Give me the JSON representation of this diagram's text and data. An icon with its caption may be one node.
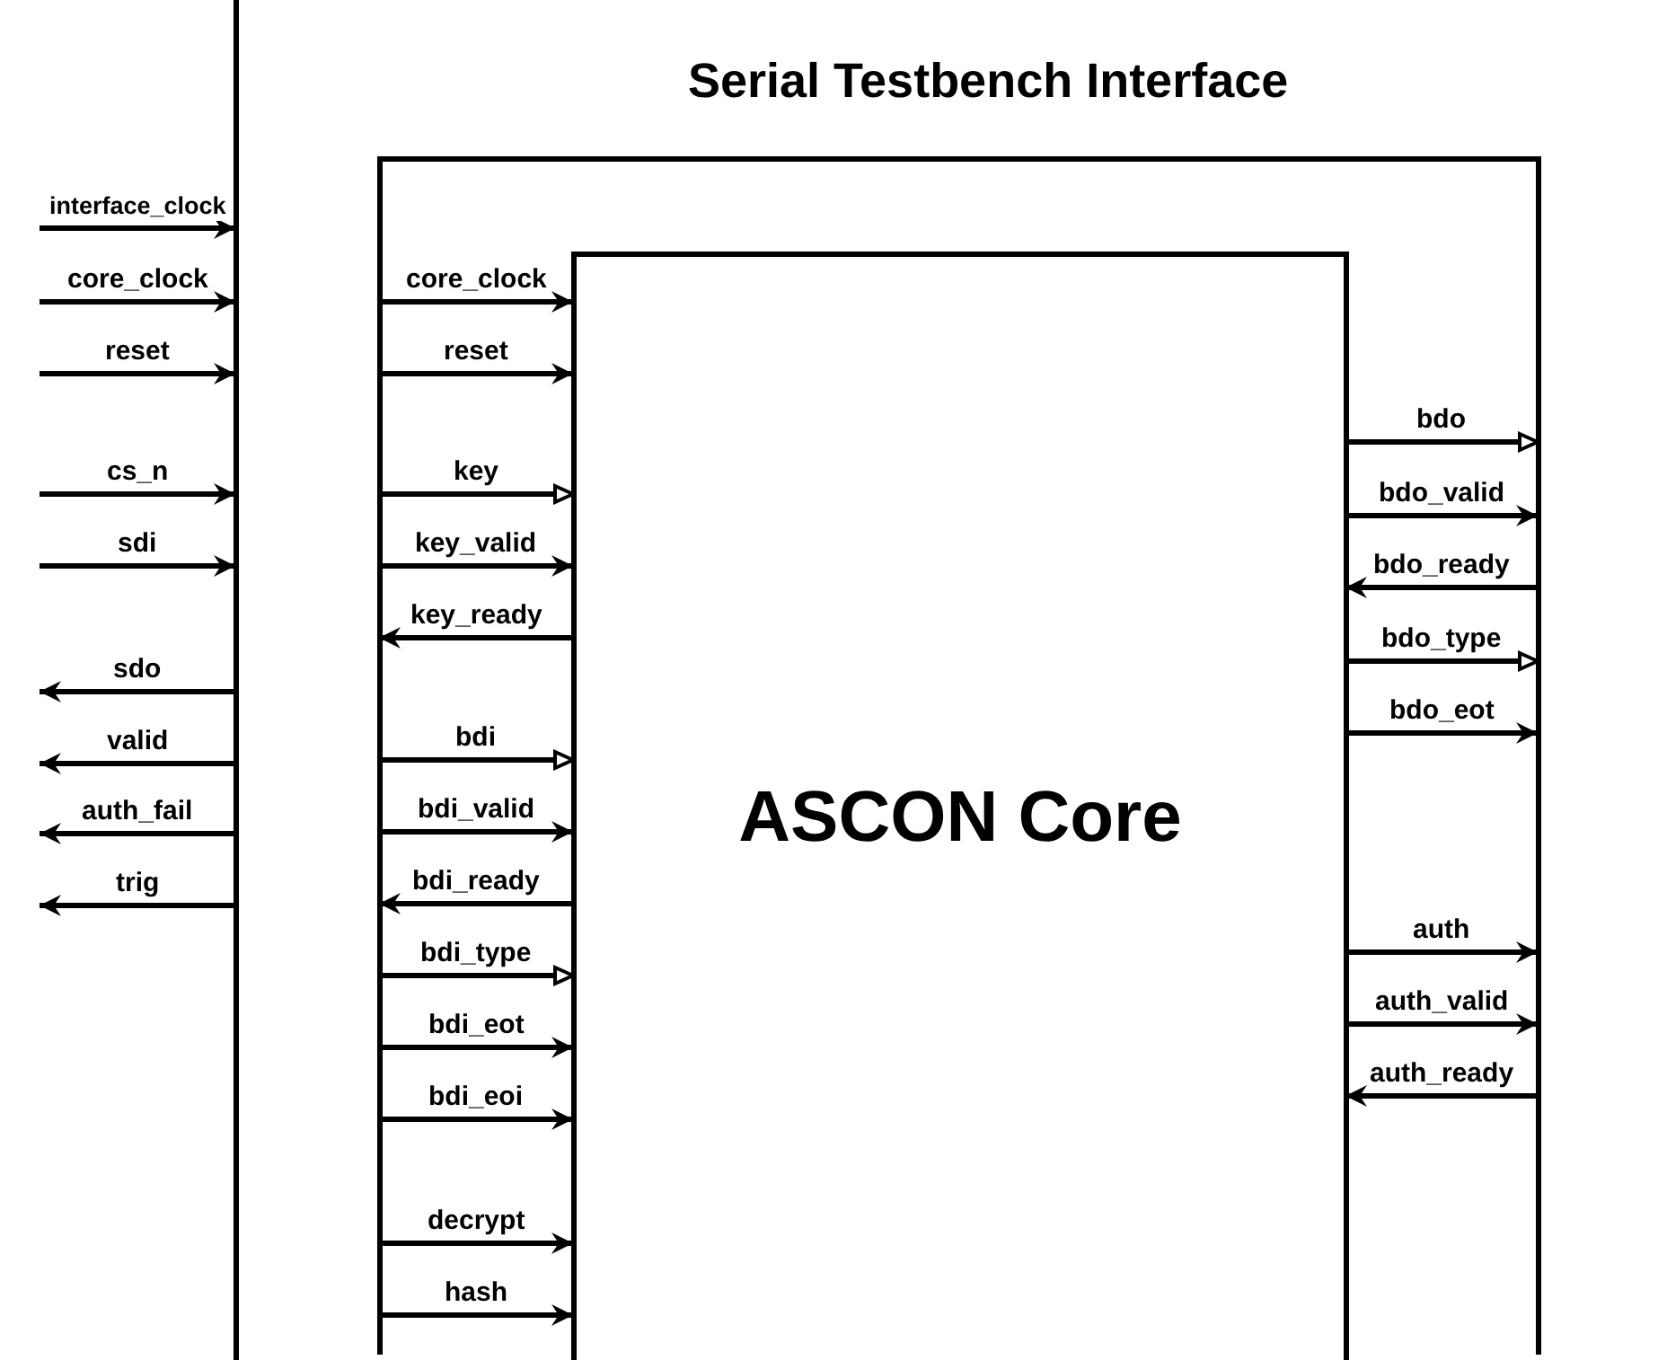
{
  "diagram": {
    "nodes": [
      {
        "text": [
          "Serial Testbench Interface"
        ]
      },
      {
        "text": [],
        "shape": "box",
        "in": 0
      },
      {
        "text": [
          "ASCON Core"
        ],
        "in": 1
      }
    ],
    "edges": [
      {
        "from": null,
        "to": 0,
        "arrow": "to",
        "label": "interface_clock"
      },
      {
        "from": null,
        "to": 0,
        "arrow": "to",
        "label": "core_clock"
      },
      {
        "from": null,
        "to": 0,
        "arrow": "to",
        "label": "reset"
      },
      {
        "from": null,
        "to": 0,
        "arrow": "to",
        "label": "cs_n"
      },
      {
        "from": null,
        "to": 0,
        "arrow": "to",
        "label": "sdi"
      },
      {
        "from": 0,
        "to": null,
        "arrow": "to",
        "label": "sdo"
      },
      {
        "from": 0,
        "to": null,
        "arrow": "to",
        "label": "valid"
      },
      {
        "from": 0,
        "to": null,
        "arrow": "to",
        "label": "auth_fail"
      },
      {
        "from": 0,
        "to": null,
        "arrow": "to",
        "label": "trig"
      },
      {
        "from": 1,
        "to": 2,
        "arrow": "to",
        "label": "core_clock"
      },
      {
        "from": 1,
        "to": 2,
        "arrow": "to",
        "label": "reset"
      },
      {
        "from": 1,
        "to": 2,
        "arrow": "to",
        "label": "key"
      },
      {
        "from": 1,
        "to": 2,
        "arrow": "to",
        "label": "key_valid"
      },
      {
        "from": 2,
        "to": 1,
        "arrow": "to",
        "label": "key_ready"
      },
      {
        "from": 1,
        "to": 2,
        "arrow": "to",
        "label": "bdi"
      },
      {
        "from": 1,
        "to": 2,
        "arrow": "to",
        "label": "bdi_valid"
      },
      {
        "from": 2,
        "to": 1,
        "arrow": "to",
        "label": "bdi_ready"
      },
      {
        "from": 1,
        "to": 2,
        "arrow": "to",
        "label": "bdi_type"
      },
      {
        "from": 1,
        "to": 2,
        "arrow": "to",
        "label": "bdi_eot"
      },
      {
        "from": 1,
        "to": 2,
        "arrow": "to",
        "label": "bdi_eoi"
      },
      {
        "from": 1,
        "to": 2,
        "arrow": "to",
        "label": "decrypt"
      },
      {
        "from": 1,
        "to": 2,
        "arrow": "to",
        "label": "hash"
      },
      {
        "from": 2,
        "to": 1,
        "arrow": "to",
        "label": "bdo"
      },
      {
        "from": 2,
        "to": 1,
        "arrow": "to",
        "label": "bdo_valid"
      },
      {
        "from": 1,
        "to": 2,
        "arrow": "to",
        "label": "bdo_ready"
      },
      {
        "from": 2,
        "to": 1,
        "arrow": "to",
        "label": "bdo_type"
      },
      {
        "from": 2,
        "to": 1,
        "arrow": "to",
        "label": "bdo_eot"
      },
      {
        "from": 2,
        "to": 1,
        "arrow": "to",
        "label": "auth"
      },
      {
        "from": 2,
        "to": 1,
        "arrow": "to",
        "label": "auth_valid"
      },
      {
        "from": 1,
        "to": 2,
        "arrow": "to",
        "label": "auth_ready"
      }
    ]
  }
}
